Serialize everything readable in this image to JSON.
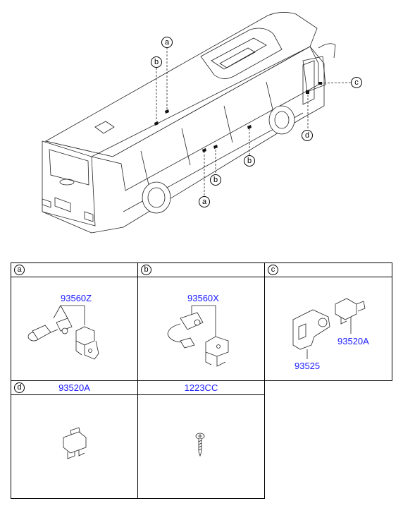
{
  "callouts": {
    "a_top": "a",
    "b_top": "b",
    "c_right": "c",
    "d_front": "d",
    "b_side1": "b",
    "b_side2": "b",
    "a_bottom": "a"
  },
  "table": {
    "cells": [
      {
        "label": "a",
        "parts": [
          "93560Z"
        ]
      },
      {
        "label": "b",
        "parts": [
          "93560X"
        ]
      },
      {
        "label": "c",
        "parts": [
          "93525",
          "93520A"
        ]
      },
      {
        "label": "d",
        "header_part": "93520A"
      },
      {
        "header_part": "1223CC"
      }
    ]
  }
}
